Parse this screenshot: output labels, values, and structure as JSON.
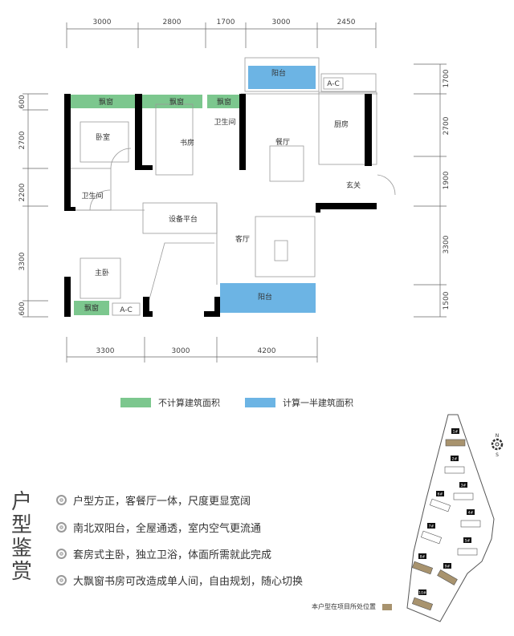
{
  "colors": {
    "no_area": "#7cc78e",
    "half_area": "#6cb4e4",
    "unit_location": "#a8936e",
    "wall": "#000000"
  },
  "dimensions": {
    "top": [
      "3000",
      "2800",
      "1700",
      "3000",
      "2450"
    ],
    "bottom": [
      "3300",
      "3000",
      "4200"
    ],
    "left": [
      "600",
      "2700",
      "2200",
      "3300",
      "600"
    ],
    "right": [
      "1700",
      "2700",
      "1900",
      "3300",
      "1500"
    ]
  },
  "rooms": {
    "bay_window_1": "飘窗",
    "bay_window_2": "飘窗",
    "bay_window_3": "飘窗",
    "bay_window_4": "飘窗",
    "bedroom": "卧室",
    "study": "书房",
    "bathroom_1": "卫生间",
    "bathroom_2": "卫生间",
    "dining": "餐厅",
    "kitchen": "厨房",
    "balcony_north": "阳台",
    "balcony_south": "阳台",
    "entrance": "玄关",
    "equipment_platform": "设备平台",
    "living": "客厅",
    "master_bedroom": "主卧",
    "ac_1": "A-C",
    "ac_2": "A-C"
  },
  "legend": {
    "no_area": "不计算建筑面积",
    "half_area": "计算一半建筑面积"
  },
  "features": {
    "title": "户型鉴赏",
    "items": [
      "户型方正，客餐厅一体，尺度更显宽阔",
      "南北双阳台，全屋通透，室内空气更流通",
      "套房式主卧，独立卫浴，体面所需就此完成",
      "大飘窗书房可改造成单人间，自由规划，随心切换"
    ]
  },
  "site_plan": {
    "buildings": [
      "1#",
      "2#",
      "3#",
      "6#",
      "4#",
      "7#",
      "5#",
      "8#",
      "9#",
      "10#"
    ],
    "highlighted": [
      "1#",
      "8#",
      "9#",
      "10#"
    ],
    "compass": {
      "north": "N",
      "south": "S"
    },
    "legend": "本户型在项目所处位置"
  }
}
